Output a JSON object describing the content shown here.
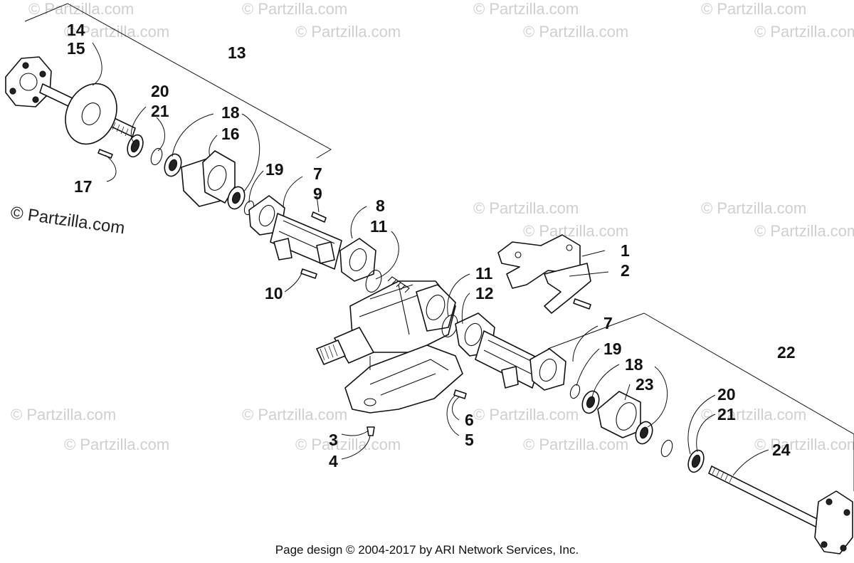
{
  "diagram": {
    "callouts": [
      "1",
      "2",
      "3",
      "4",
      "5",
      "6",
      "7",
      "8",
      "9",
      "10",
      "11",
      "12",
      "13",
      "14",
      "15",
      "16",
      "17",
      "18",
      "19",
      "20",
      "21",
      "22",
      "23",
      "24"
    ],
    "duplicate_callouts": [
      "7",
      "11",
      "18",
      "19",
      "20",
      "21"
    ]
  },
  "watermark": {
    "text": "© Partzilla.com",
    "main_text": "© Partzilla.com"
  },
  "footer": {
    "credit": "Page design © 2004-2017 by ARI Network Services, Inc."
  }
}
